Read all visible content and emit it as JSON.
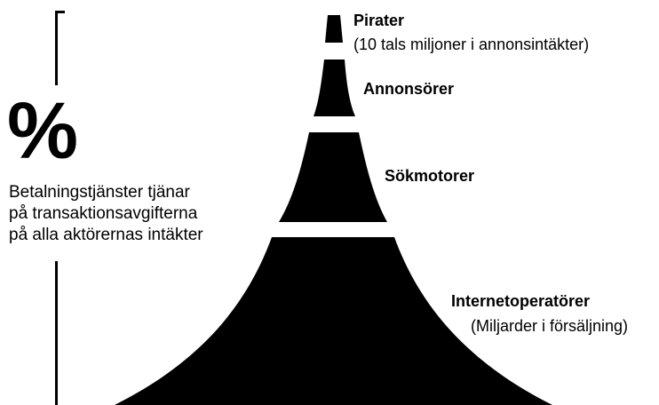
{
  "percent_symbol": "%",
  "side_note": {
    "lines": [
      "Betalningstjänster tjänar",
      "på transaktionsavgifterna",
      "på alla aktörernas intäkter"
    ]
  },
  "tiers": [
    {
      "title": "Pirater",
      "subtitle": "(10 tals miljoner i annonsintäkter)"
    },
    {
      "title": "Annonsörer"
    },
    {
      "title": "Sökmotorer"
    },
    {
      "title": "Internetoperatörer",
      "subtitle": "(Miljarder i försäljning)"
    }
  ],
  "colors": {
    "fill": "#000000",
    "background": "#ffffff"
  }
}
